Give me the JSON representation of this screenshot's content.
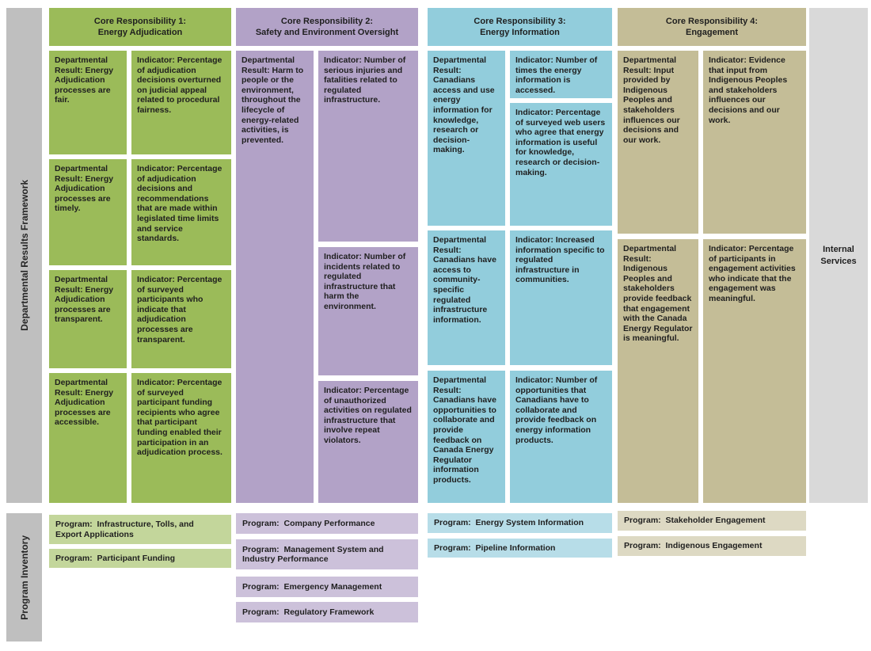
{
  "labels": {
    "framework": "Departmental Results Framework",
    "program_inventory": "Program Inventory",
    "internal_services": "Internal\nServices"
  },
  "colors": {
    "cr1": "#9BBB59",
    "cr1_program": "#C3D69B",
    "cr2": "#B2A2C7",
    "cr2_program": "#CCC1DA",
    "cr3": "#92CDDC",
    "cr3_program": "#B7DDE8",
    "cr4": "#C4BD97",
    "cr4_program": "#DDD9C3",
    "section_label": "#BFBFBF",
    "internal_services": "#D9D9D9"
  },
  "cr1": {
    "header": "Core Responsibility 1:\nEnergy Adjudication",
    "results": [
      "Departmental Result: Energy Adjudication processes are fair.",
      "Departmental Result: Energy Adjudication processes are timely.",
      "Departmental Result: Energy Adjudication processes are transparent.",
      "Departmental Result: Energy Adjudication processes are accessible."
    ],
    "indicators": [
      "Indicator: Percentage of adjudication decisions overturned on judicial appeal related to procedural fairness.",
      "Indicator: Percentage of adjudication decisions and recommendations that are made within legislated time limits and service standards.",
      "Indicator: Percentage of surveyed participants who indicate that adjudication processes are transparent.",
      "Indicator: Percentage of surveyed participant funding recipients who agree that participant funding enabled their participation in an adjudication process."
    ],
    "programs": [
      "Program:  Infrastructure, Tolls, and\nExport Applications",
      "Program:  Participant Funding"
    ]
  },
  "cr2": {
    "header": "Core Responsibility 2:\nSafety and Environment Oversight",
    "result": "Departmental Result: Harm to people or the environment, throughout the lifecycle of energy-related activities, is prevented.",
    "indicators": [
      "Indicator: Number of serious injuries and fatalities related to regulated infrastructure.",
      "Indicator: Number of incidents related to regulated infrastructure that harm the environment.",
      "Indicator: Percentage of unauthorized activities on regulated infrastructure that involve repeat violators."
    ],
    "programs": [
      "Program:  Company Performance",
      "Program:  Management System and\nIndustry Performance",
      "Program:  Emergency Management",
      "Program:  Regulatory Framework"
    ]
  },
  "cr3": {
    "header": "Core Responsibility 3:\nEnergy Information",
    "results": [
      "Departmental Result: Canadians access and use energy information for knowledge, research or decision-making.",
      "Departmental Result: Canadians have access to community-specific regulated infrastructure information.",
      "Departmental Result: Canadians have opportunities to collaborate and provide feedback on Canada Energy Regulator information products."
    ],
    "indicators": [
      "Indicator: Number of times the energy information is accessed.",
      "Indicator: Percentage of surveyed web users who agree that energy information is useful for knowledge, research or decision-making.",
      "Indicator: Increased information specific to regulated infrastructure in communities.",
      "Indicator: Number of opportunities that Canadians have to collaborate and provide feedback on energy information products."
    ],
    "programs": [
      "Program:  Energy System Information",
      "Program:  Pipeline Information"
    ]
  },
  "cr4": {
    "header": "Core Responsibility 4:\nEngagement",
    "results": [
      "Departmental Result: Input provided by Indigenous Peoples and stakeholders influences our decisions and our work.",
      "Departmental Result: Indigenous Peoples and stakeholders provide feedback that engagement with the Canada Energy Regulator is meaningful."
    ],
    "indicators": [
      "Indicator: Evidence that input from Indigenous Peoples and stakeholders influences our decisions and our work.",
      "Indicator: Percentage of participants in engagement activities who indicate that the engagement was meaningful."
    ],
    "programs": [
      "Program:  Stakeholder Engagement",
      "Program:  Indigenous Engagement"
    ]
  }
}
